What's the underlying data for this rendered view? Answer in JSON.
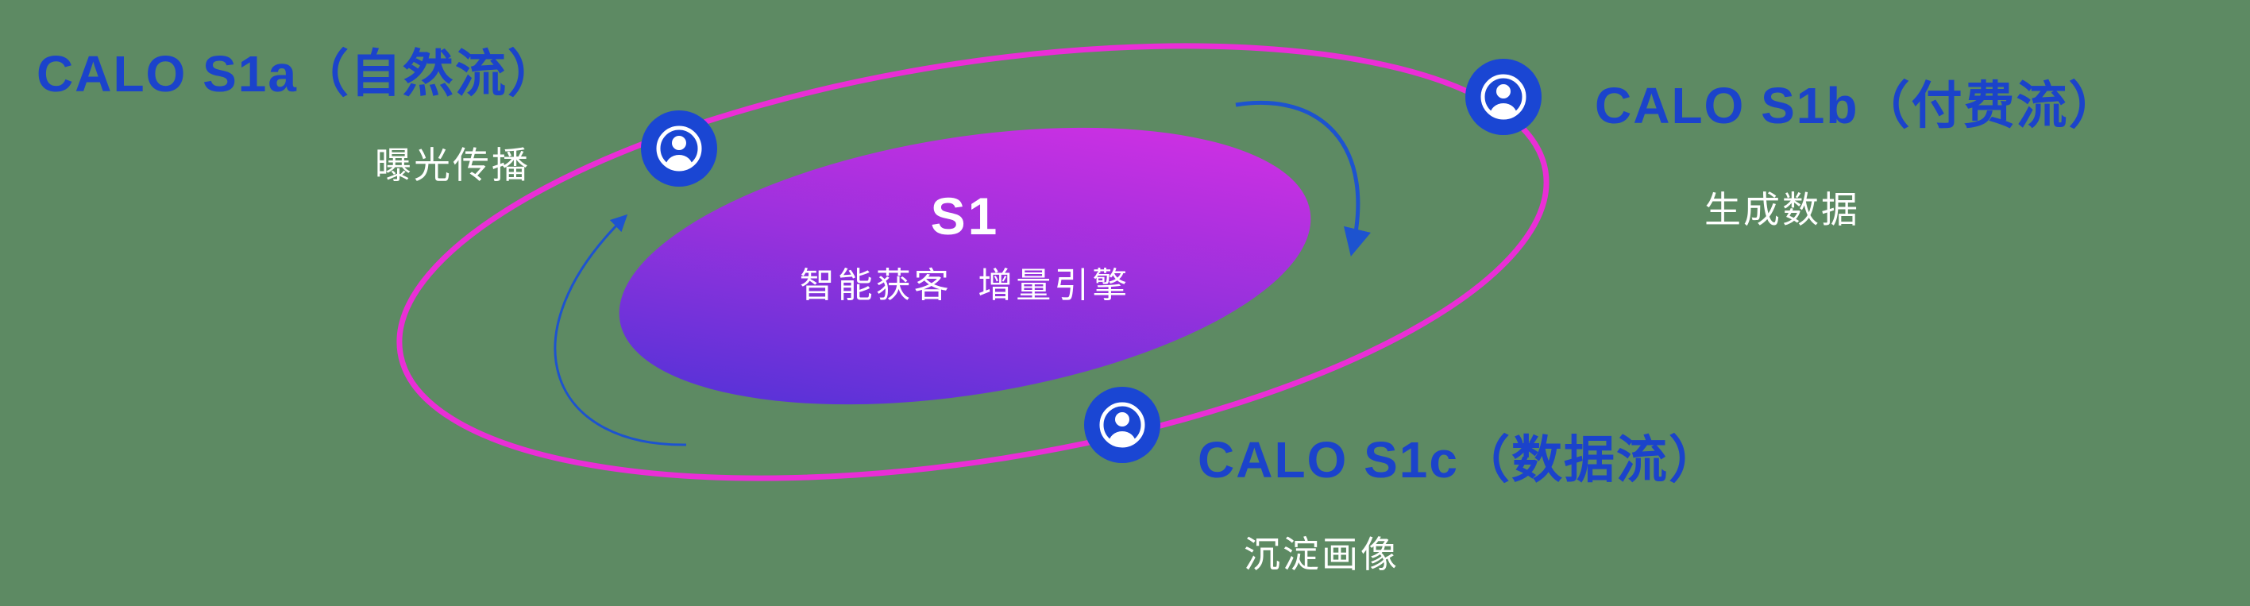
{
  "diagram": {
    "background_color": "#5d8a63",
    "core": {
      "title": "S1",
      "subtitle": "智能获客  增量引擎",
      "gradient_start": "#4333d6",
      "gradient_end": "#d92fe4"
    },
    "orbit_color": "#ea2ed6",
    "node_color": "#1a46d3",
    "label_color": "#1b43cb",
    "subtitle_text_color": "#ffffff",
    "arrow_color": "#1d53cf",
    "nodes": [
      {
        "id": "s1a",
        "label": "CALO S1a（自然流）",
        "sublabel": "曝光传播",
        "icon": "person-icon"
      },
      {
        "id": "s1b",
        "label": "CALO S1b（付费流）",
        "sublabel": "生成数据",
        "icon": "person-icon"
      },
      {
        "id": "s1c",
        "label": "CALO S1c（数据流）",
        "sublabel": "沉淀画像",
        "icon": "person-icon"
      }
    ]
  }
}
